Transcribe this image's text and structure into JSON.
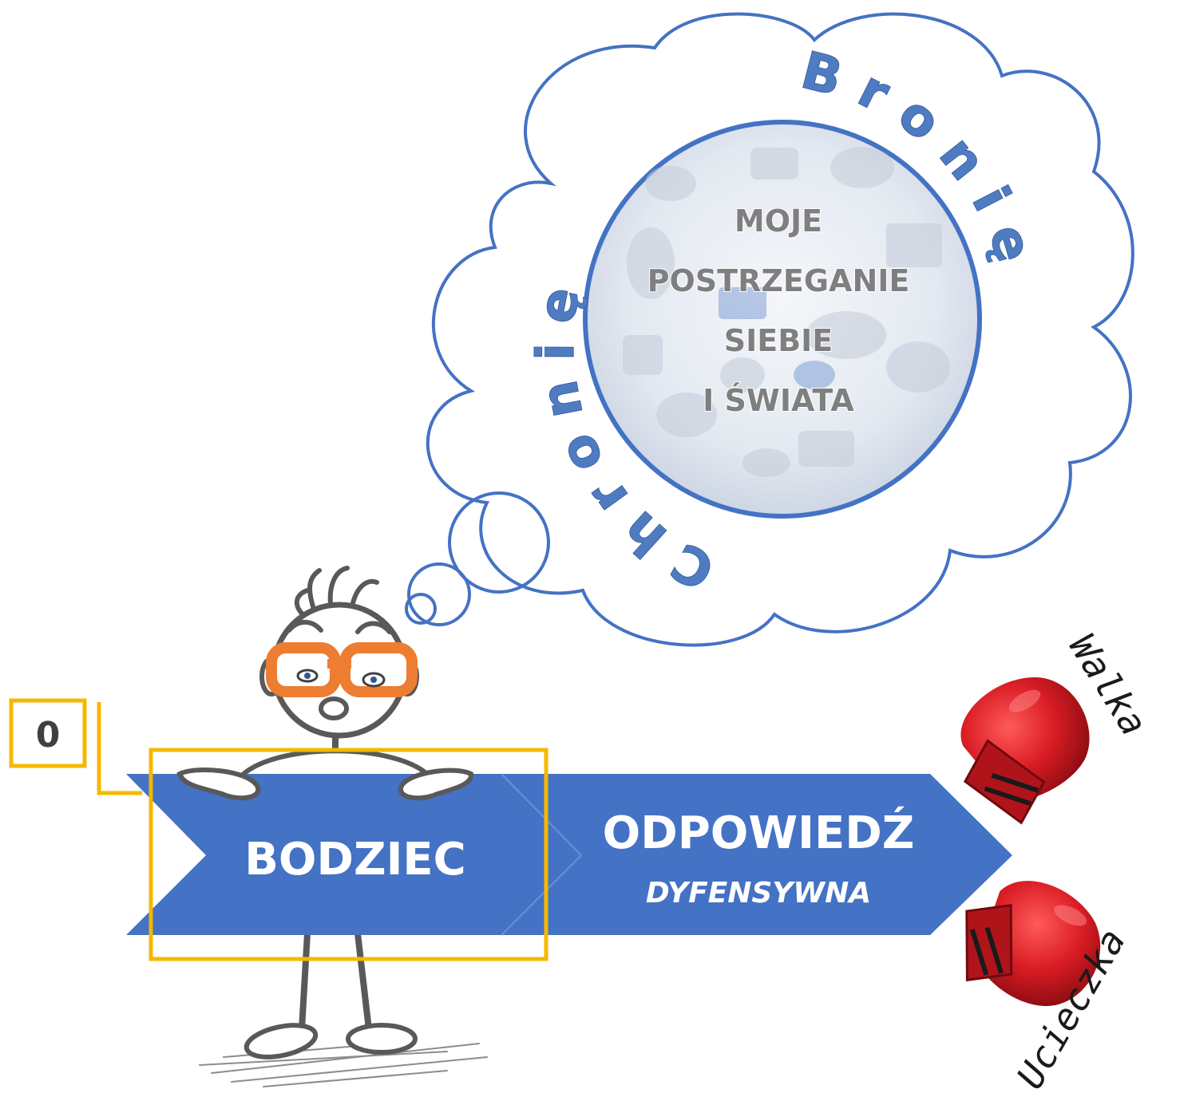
{
  "thought": {
    "word_left": "Chronię",
    "word_right": "Bronię",
    "center_lines": [
      "MOJE",
      "POSTRZEGANIE",
      "SIEBIE",
      "I ŚWIATA"
    ]
  },
  "arrows": {
    "stimulus_label": "BODZIEC",
    "response_label": "ODPOWIEDŹ",
    "response_sublabel": "DYFENSYWNA"
  },
  "step_box": {
    "number": "0"
  },
  "outcomes": {
    "fight_label": "Walka",
    "flight_label": "Ucieczka"
  },
  "colors": {
    "arrow_blue": "#4472C4",
    "cloud_stroke": "#4472C4",
    "letter_blue": "#4F7CC1",
    "highlight": "#F5B800",
    "glasses": "#ED7D31",
    "glove_red": "#D91C24",
    "text_gray": "#7F7F7F"
  },
  "icons": {
    "figure": "stick-figure-icon",
    "gloves": "boxing-glove-icon"
  }
}
